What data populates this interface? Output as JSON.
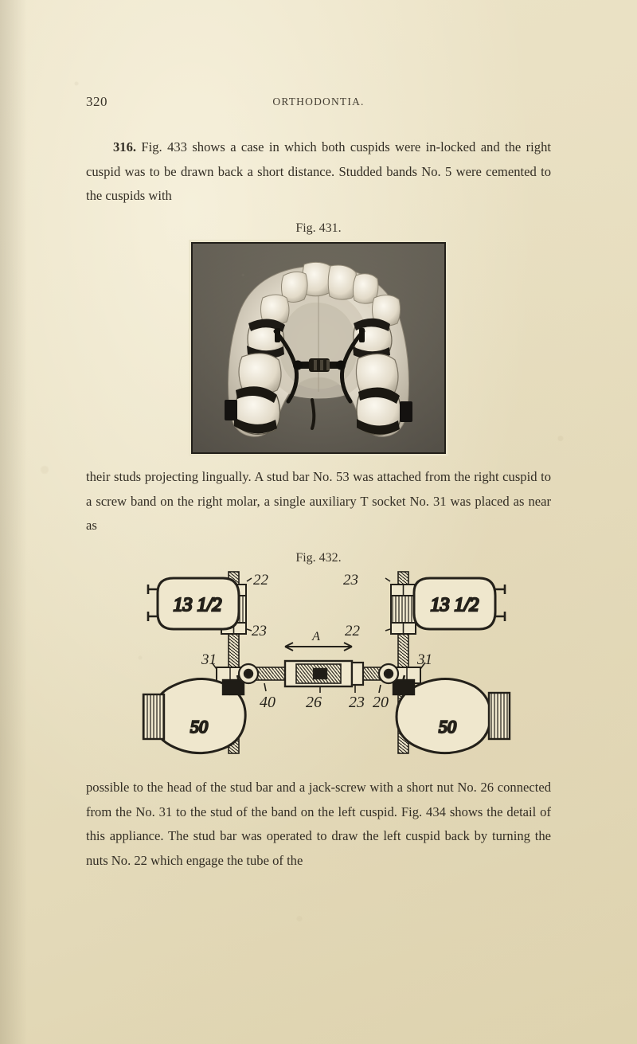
{
  "page": {
    "folio": "320",
    "running_title": "ORTHODONTIA.",
    "paper_color": "#e8dfc1",
    "ink_color": "#332e25"
  },
  "paragraphs": {
    "p316": {
      "section_number": "316.",
      "text": "Fig. 433 shows a case in which both cuspids were in-locked and the right cuspid was to be drawn back a short distance. Studded bands No. 5 were cemented to the cuspids with"
    },
    "p_middle": {
      "text": "their studs projecting lingually. A stud bar No. 53 was attached from the right cuspid to a screw band on the right molar, a single auxiliary T socket No. 31 was placed as near as"
    },
    "p_bottom": {
      "text": "possible to the head of the stud bar and a jack-screw with a short nut No. 26 connected from the No. 31 to the stud of the band on the left cuspid. Fig. 434 shows the detail of this appliance. The stud bar was operated to draw the left cuspid back by turning the nuts No. 22 which engage the tube of the"
    }
  },
  "figures": [
    {
      "id": "fig-431",
      "caption": "Fig. 431.",
      "type": "halftone-photograph",
      "subject": "plaster cast of upper dental arch fitted with orthodontic bands and a stud bar appliance"
    },
    {
      "id": "fig-432",
      "caption": "Fig. 432.",
      "type": "line-drawing",
      "subject": "schematic plan of the stud bar / jack-screw appliance between cuspid and molar bands",
      "labels": {
        "band_upper_left": "13 1/2",
        "band_upper_right": "13 1/2",
        "band_lower_left": "50",
        "band_lower_right": "50",
        "nut_upper_left": "22",
        "socket_lower_left": "23",
        "post_left": "31",
        "nut_upper_right": "23",
        "socket_lower_right": "22",
        "post_right": "31",
        "arrow_label": "A",
        "part_40": "40",
        "part_26": "26",
        "part_23": "23",
        "part_20": "20"
      }
    }
  ]
}
